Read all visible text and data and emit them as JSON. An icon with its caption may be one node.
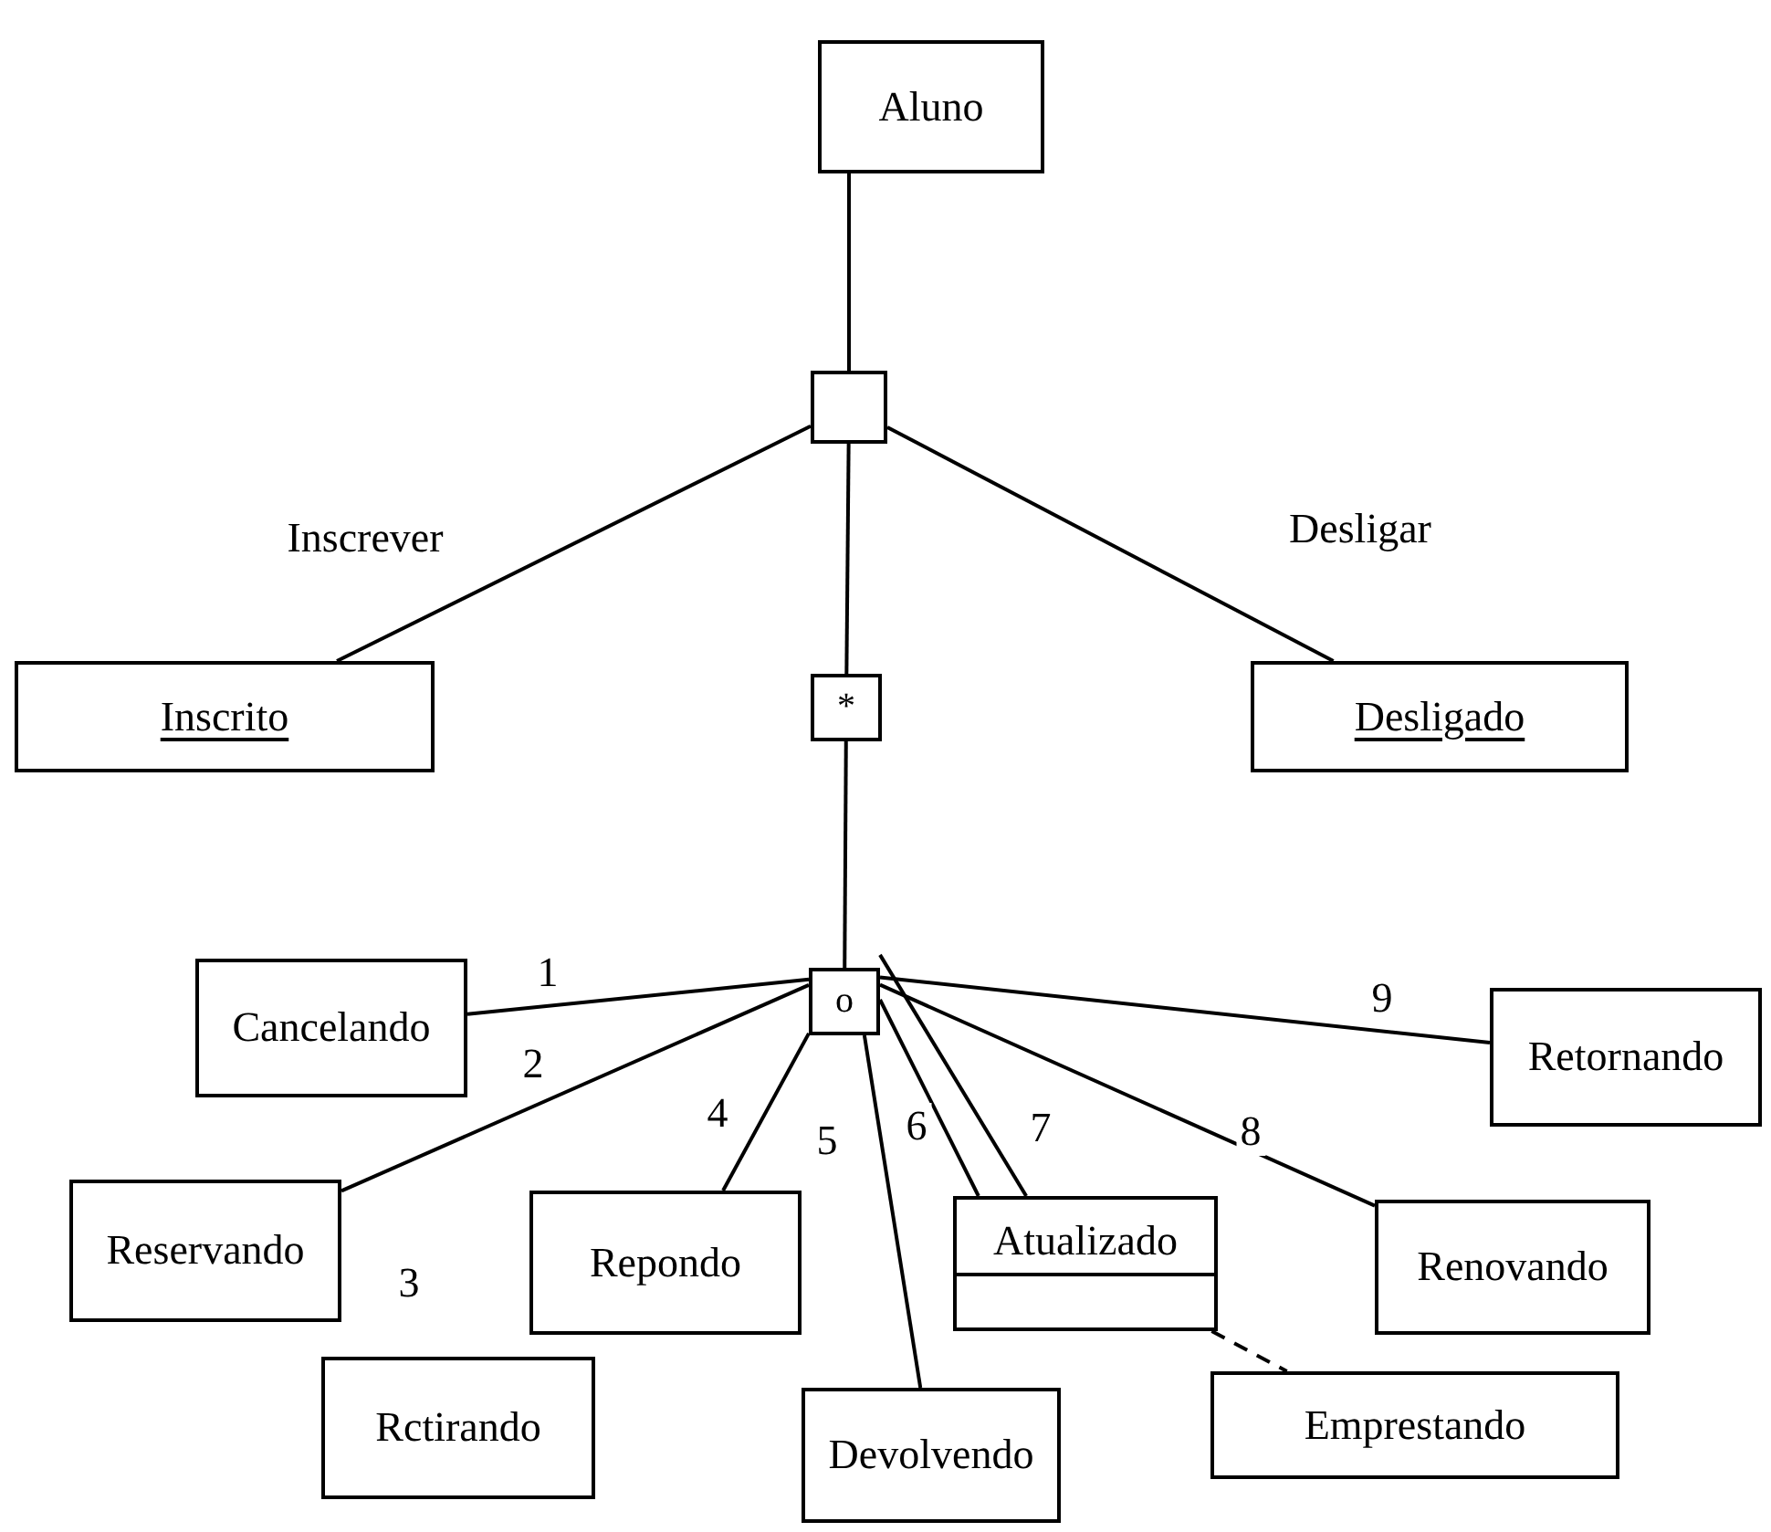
{
  "diagram": {
    "nodes": [
      {
        "text": [
          "Aluno"
        ]
      },
      {
        "text": [],
        "shape": "box"
      },
      {
        "text": [
          "Inscrito"
        ]
      },
      {
        "text": [
          "*"
        ]
      },
      {
        "text": [
          "Desligado"
        ]
      },
      {
        "text": [
          "o"
        ]
      },
      {
        "text": [
          "Cancelando"
        ]
      },
      {
        "text": [
          "Reservando"
        ]
      },
      {
        "text": [
          "Rctirando"
        ]
      },
      {
        "text": [
          "Repondo"
        ]
      },
      {
        "text": [
          "Devolvendo"
        ]
      },
      {
        "text": [
          "Atualizado"
        ]
      },
      {
        "text": [
          "Emprestando"
        ]
      },
      {
        "text": [
          "Renovando"
        ]
      },
      {
        "text": [
          "Retornando"
        ]
      }
    ],
    "edges": [
      {
        "from": 0,
        "to": 1,
        "arrow": "none"
      },
      {
        "from": 1,
        "to": 2,
        "arrow": "none",
        "label": "Inscrever"
      },
      {
        "from": 1,
        "to": 3,
        "arrow": "none"
      },
      {
        "from": 1,
        "to": 4,
        "arrow": "none",
        "label": "Desligar"
      },
      {
        "from": 3,
        "to": 5,
        "arrow": "none"
      },
      {
        "from": 5,
        "to": 6,
        "arrow": "none",
        "label": "1"
      },
      {
        "from": 5,
        "to": 7,
        "arrow": "none",
        "label": "2"
      },
      {
        "from": 5,
        "to": 9,
        "arrow": "none",
        "label": "4"
      },
      {
        "from": 5,
        "to": 10,
        "arrow": "none",
        "label": "5"
      },
      {
        "from": 5,
        "to": 11,
        "arrow": "none",
        "label": "6"
      },
      {
        "from": 5,
        "to": 11,
        "arrow": "none",
        "label": "7"
      },
      {
        "from": 5,
        "to": 13,
        "arrow": "none",
        "label": "8"
      },
      {
        "from": 5,
        "to": 14,
        "arrow": "none",
        "label": "9"
      },
      {
        "from": 11,
        "to": 12,
        "arrow": "none",
        "style": "dashed"
      }
    ],
    "labels": [
      "3"
    ]
  }
}
